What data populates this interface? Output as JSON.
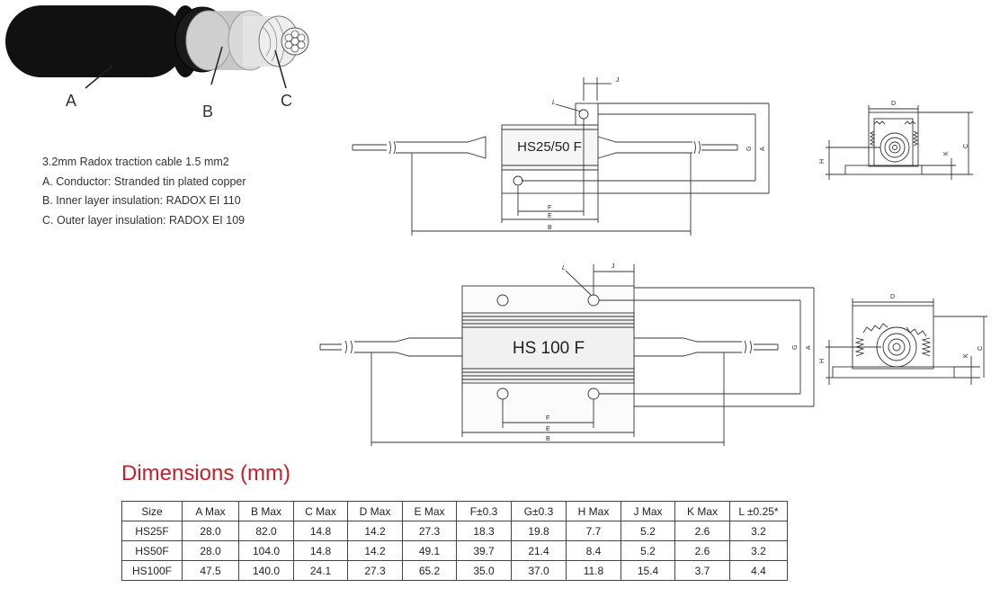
{
  "cable": {
    "callouts": [
      "C",
      "B",
      "A"
    ],
    "description": [
      "3.2mm Radox traction cable 1.5 mm2",
      "A. Conductor: Stranded tin plated copper",
      "B. Inner layer insulation: RADOX EI 110",
      "C. Outer layer insulation: RADOX EI 109"
    ]
  },
  "drawings": {
    "top_label": "HS25/50 F",
    "bottom_label": "HS 100 F",
    "dim_letters": {
      "A": "A",
      "B": "B",
      "C": "C",
      "D": "D",
      "E": "E",
      "F": "F",
      "G": "G",
      "H": "H",
      "J": "J",
      "K": "K",
      "L": "L"
    }
  },
  "dimensions": {
    "title": "Dimensions (mm)",
    "headers": [
      "Size",
      "A Max",
      "B Max",
      "C Max",
      "D Max",
      "E Max",
      "F±0.3",
      "G±0.3",
      "H Max",
      "J Max",
      "K Max",
      "L ±0.25*"
    ],
    "rows": [
      [
        "HS25F",
        "28.0",
        "82.0",
        "14.8",
        "14.2",
        "27.3",
        "18.3",
        "19.8",
        "7.7",
        "5.2",
        "2.6",
        "3.2"
      ],
      [
        "HS50F",
        "28.0",
        "104.0",
        "14.8",
        "14.2",
        "49.1",
        "39.7",
        "21.4",
        "8.4",
        "5.2",
        "2.6",
        "3.2"
      ],
      [
        "HS100F",
        "47.5",
        "140.0",
        "24.1",
        "27.3",
        "65.2",
        "35.0",
        "37.0",
        "11.8",
        "15.4",
        "3.7",
        "4.4"
      ]
    ]
  }
}
